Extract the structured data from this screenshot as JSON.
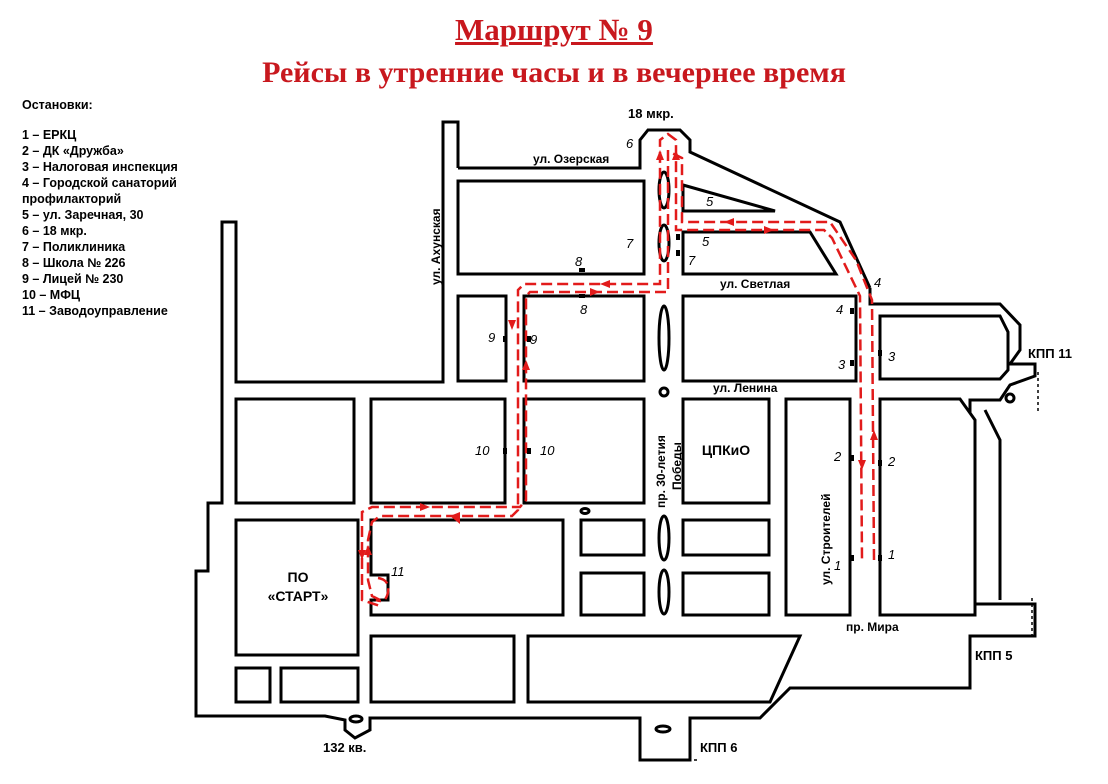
{
  "header": {
    "title": "Маршрут № 9",
    "subtitle": "Рейсы в утренние часы и в вечернее время"
  },
  "legend": {
    "heading": "Остановки:",
    "items": [
      "1 – ЕРКЦ",
      "2 – ДК «Дружба»",
      "3 – Налоговая инспекция",
      "4 – Городской санаторий",
      "профилакторий",
      "5 – ул. Заречная, 30",
      "6 – 18 мкр.",
      "7 – Поликлиника",
      "8 – Школа № 226",
      "9 – Лицей № 230",
      "10 – МФЦ",
      "11 – Заводоуправление"
    ]
  },
  "map": {
    "streets": {
      "ozerskaya": "ул. Озерская",
      "akhunskaya": "ул. Ахунская",
      "svetlaya": "ул. Светлая",
      "lenina": "ул. Ленина",
      "pobedy_1": "пр. 30-летия",
      "pobedy_2": "Победы",
      "stroiteley": "ул. Строителей",
      "mira": "пр. Мира"
    },
    "places": {
      "mkr18": "18 мкр.",
      "kvartal132": "132 кв.",
      "kpp11": "КПП 11",
      "kpp5": "КПП 5",
      "kpp6": "КПП 6",
      "tspkio": "ЦПКиО",
      "start_1": "ПО",
      "start_2": "«СТАРТ»"
    },
    "stop_numbers": {
      "s1": "1",
      "s2": "2",
      "s3": "3",
      "s4": "4",
      "s5": "5",
      "s6": "6",
      "s7": "7",
      "s8": "8",
      "s9": "9",
      "s10": "10",
      "s11": "11"
    },
    "route_color": "#e21b1b"
  }
}
